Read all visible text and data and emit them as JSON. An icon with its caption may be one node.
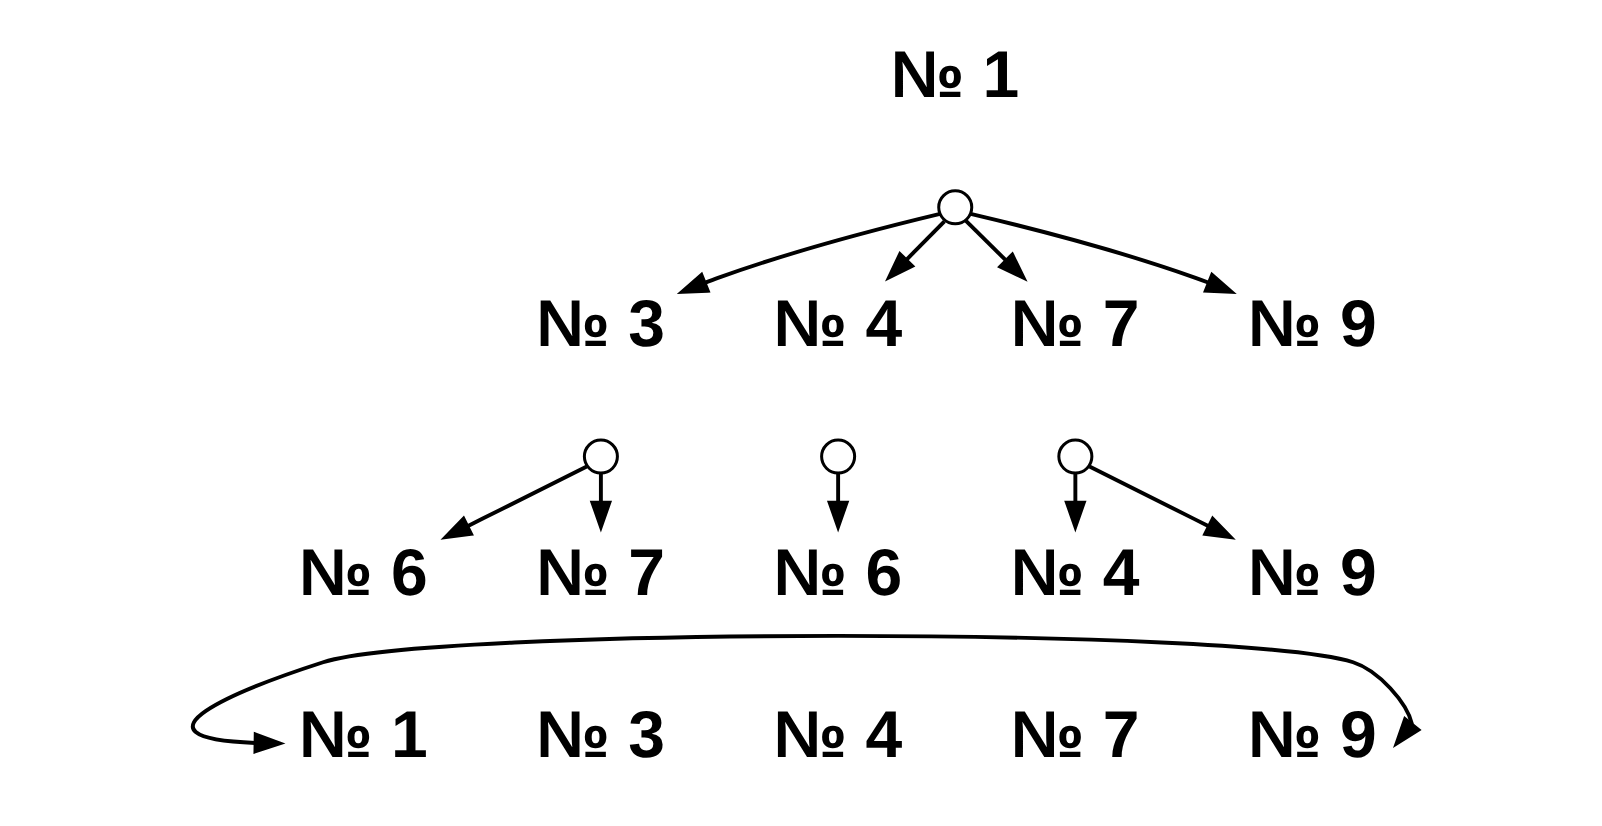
{
  "diagram": {
    "nodes": [
      {
        "text": [
          "№ 1"
        ]
      },
      {
        "text": [],
        "shape": "circle"
      },
      {
        "text": [
          "№ 3"
        ]
      },
      {
        "text": [
          "№ 4"
        ]
      },
      {
        "text": [
          "№ 7"
        ]
      },
      {
        "text": [
          "№ 9"
        ]
      },
      {
        "text": [],
        "shape": "circle"
      },
      {
        "text": [],
        "shape": "circle"
      },
      {
        "text": [],
        "shape": "circle"
      },
      {
        "text": [
          "№ 6"
        ]
      },
      {
        "text": [
          "№ 7"
        ]
      },
      {
        "text": [
          "№ 6"
        ]
      },
      {
        "text": [
          "№ 4"
        ]
      },
      {
        "text": [
          "№ 9"
        ]
      },
      {
        "text": [
          "№ 1"
        ]
      },
      {
        "text": [
          "№ 3"
        ]
      },
      {
        "text": [
          "№ 4"
        ]
      },
      {
        "text": [
          "№ 7"
        ]
      },
      {
        "text": [
          "№ 9"
        ]
      }
    ],
    "edges": [
      {
        "from": 1,
        "to": 2,
        "arrow": "to"
      },
      {
        "from": 1,
        "to": 3,
        "arrow": "to"
      },
      {
        "from": 1,
        "to": 4,
        "arrow": "to"
      },
      {
        "from": 1,
        "to": 5,
        "arrow": "to"
      },
      {
        "from": 6,
        "to": 9,
        "arrow": "to"
      },
      {
        "from": 6,
        "to": 10,
        "arrow": "to"
      },
      {
        "from": 7,
        "to": 11,
        "arrow": "to"
      },
      {
        "from": 8,
        "to": 12,
        "arrow": "to"
      },
      {
        "from": 8,
        "to": 13,
        "arrow": "to"
      },
      {
        "from": 14,
        "to": 18,
        "arrow": "both"
      }
    ]
  }
}
